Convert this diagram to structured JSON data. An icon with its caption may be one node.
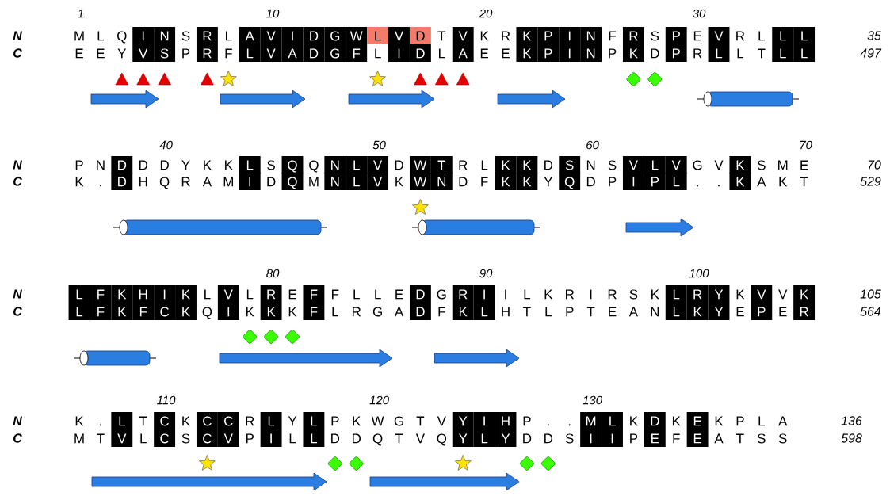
{
  "diagram": {
    "labels": [
      "1",
      "10",
      "20",
      "30",
      "N",
      "M",
      "L",
      "Q",
      "I",
      "N",
      "S",
      "R",
      "L",
      "A",
      "V",
      "I",
      "D",
      "G",
      "W",
      "L",
      "V",
      "D",
      "T",
      "V",
      "K",
      "R",
      "K",
      "P",
      "I",
      "N",
      "F",
      "R",
      "S",
      "P",
      "E",
      "V",
      "R",
      "L",
      "L",
      "L",
      "35",
      "C",
      "E",
      "E",
      "Y",
      "V",
      "S",
      "P",
      "R",
      "F",
      "L",
      "V",
      "A",
      "D",
      "G",
      "F",
      "L",
      "I",
      "D",
      "L",
      "A",
      "E",
      "E",
      "K",
      "P",
      "I",
      "N",
      "P",
      "K",
      "D",
      "P",
      "R",
      "L",
      "L",
      "T",
      "L",
      "L",
      "497",
      "40",
      "50",
      "60",
      "70",
      "N",
      "P",
      "N",
      "D",
      "D",
      "D",
      "Y",
      "K",
      "K",
      "L",
      "S",
      "Q",
      "Q",
      "N",
      "L",
      "V",
      "D",
      "W",
      "T",
      "R",
      "L",
      "K",
      "K",
      "D",
      "S",
      "N",
      "S",
      "V",
      "L",
      "V",
      "G",
      "V",
      "K",
      "S",
      "M",
      "E",
      "70",
      "C",
      "K",
      ".",
      "D",
      "H",
      "Q",
      "R",
      "A",
      "M",
      "I",
      "D",
      "Q",
      "M",
      "N",
      "L",
      "V",
      "K",
      "W",
      "N",
      "D",
      "F",
      "K",
      "K",
      "Y",
      "Q",
      "D",
      "P",
      "I",
      "P",
      "L",
      ".",
      ".",
      "K",
      "A",
      "K",
      "T",
      "529",
      "80",
      "90",
      "100",
      "N",
      "L",
      "F",
      "K",
      "H",
      "I",
      "K",
      "L",
      "V",
      "L",
      "R",
      "E",
      "F",
      "F",
      "L",
      "L",
      "E",
      "D",
      "G",
      "R",
      "I",
      "I",
      "L",
      "K",
      "R",
      "I",
      "R",
      "S",
      "K",
      "L",
      "R",
      "Y",
      "K",
      "V",
      "V",
      "K",
      "105",
      "C",
      "L",
      "F",
      "K",
      "F",
      "C",
      "K",
      "Q",
      "I",
      "K",
      "K",
      "K",
      "F",
      "L",
      "R",
      "G",
      "A",
      "D",
      "F",
      "K",
      "L",
      "H",
      "T",
      "L",
      "P",
      "T",
      "E",
      "A",
      "N",
      "L",
      "K",
      "Y",
      "E",
      "P",
      "E",
      "R",
      "564",
      "110",
      "120",
      "130",
      "N",
      "K",
      ".",
      "L",
      "T",
      "C",
      "K",
      "C",
      "C",
      "R",
      "L",
      "Y",
      "L",
      "P",
      "K",
      "W",
      "G",
      "T",
      "V",
      "Y",
      "I",
      "H",
      "P",
      ".",
      ".",
      "M",
      "L",
      "K",
      "D",
      "K",
      "E",
      "K",
      "P",
      "L",
      "A",
      "136",
      "C",
      "M",
      "T",
      "V",
      "L",
      "C",
      "S",
      "C",
      "V",
      "P",
      "I",
      "L",
      "L",
      "D",
      "D",
      "Q",
      "T",
      "V",
      "Q",
      "Y",
      "L",
      "Y",
      "D",
      "D",
      "S",
      "I",
      "I",
      "P",
      "E",
      "F",
      "E",
      "A",
      "T",
      "S",
      "S",
      "598"
    ]
  }
}
